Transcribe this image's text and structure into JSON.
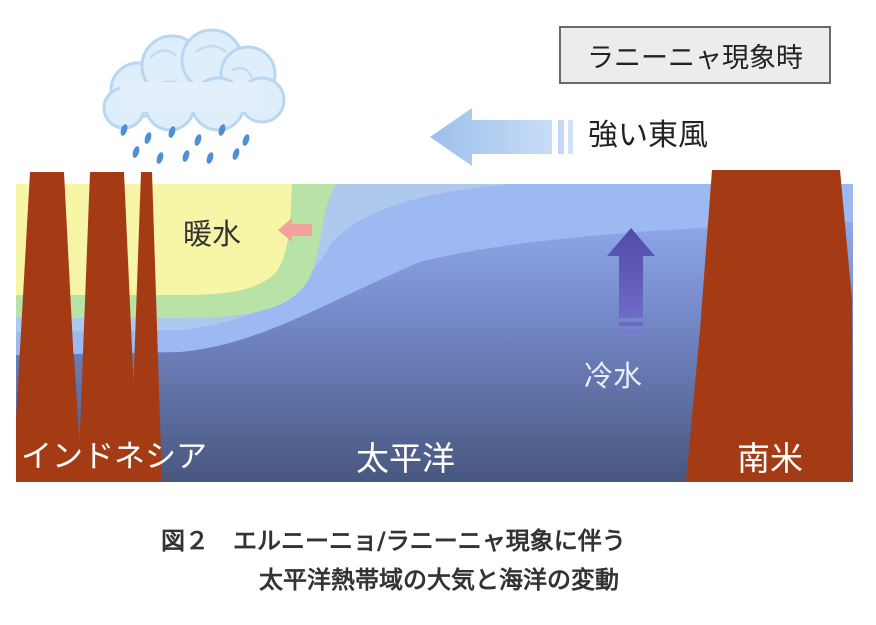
{
  "phase_label": "ラニーニャ現象時",
  "wind_label": "強い東風",
  "warm_water_label": "暖水",
  "cold_water_label": "冷水",
  "region_labels": {
    "west": "インドネシア",
    "ocean": "太平洋",
    "east": "南米"
  },
  "caption": {
    "line1": "図２　エルニーニョ/ラニーニャ現象に伴う",
    "line2": "太平洋熱帯域の大気と海洋の変動"
  },
  "colors": {
    "land": "#a53b14",
    "warm_water": "#f6f39a",
    "warm_rim": "#b6e3a4",
    "ocean_surface": "#9bbaf3",
    "ocean_deep": "#4b5a88",
    "wind_arrow": "#a9c7ef",
    "upwelling_arrow": "#5b54b4",
    "warm_arrow": "#f39a94",
    "cloud": "#e3f0fc",
    "rain": "#4f8fd6"
  }
}
